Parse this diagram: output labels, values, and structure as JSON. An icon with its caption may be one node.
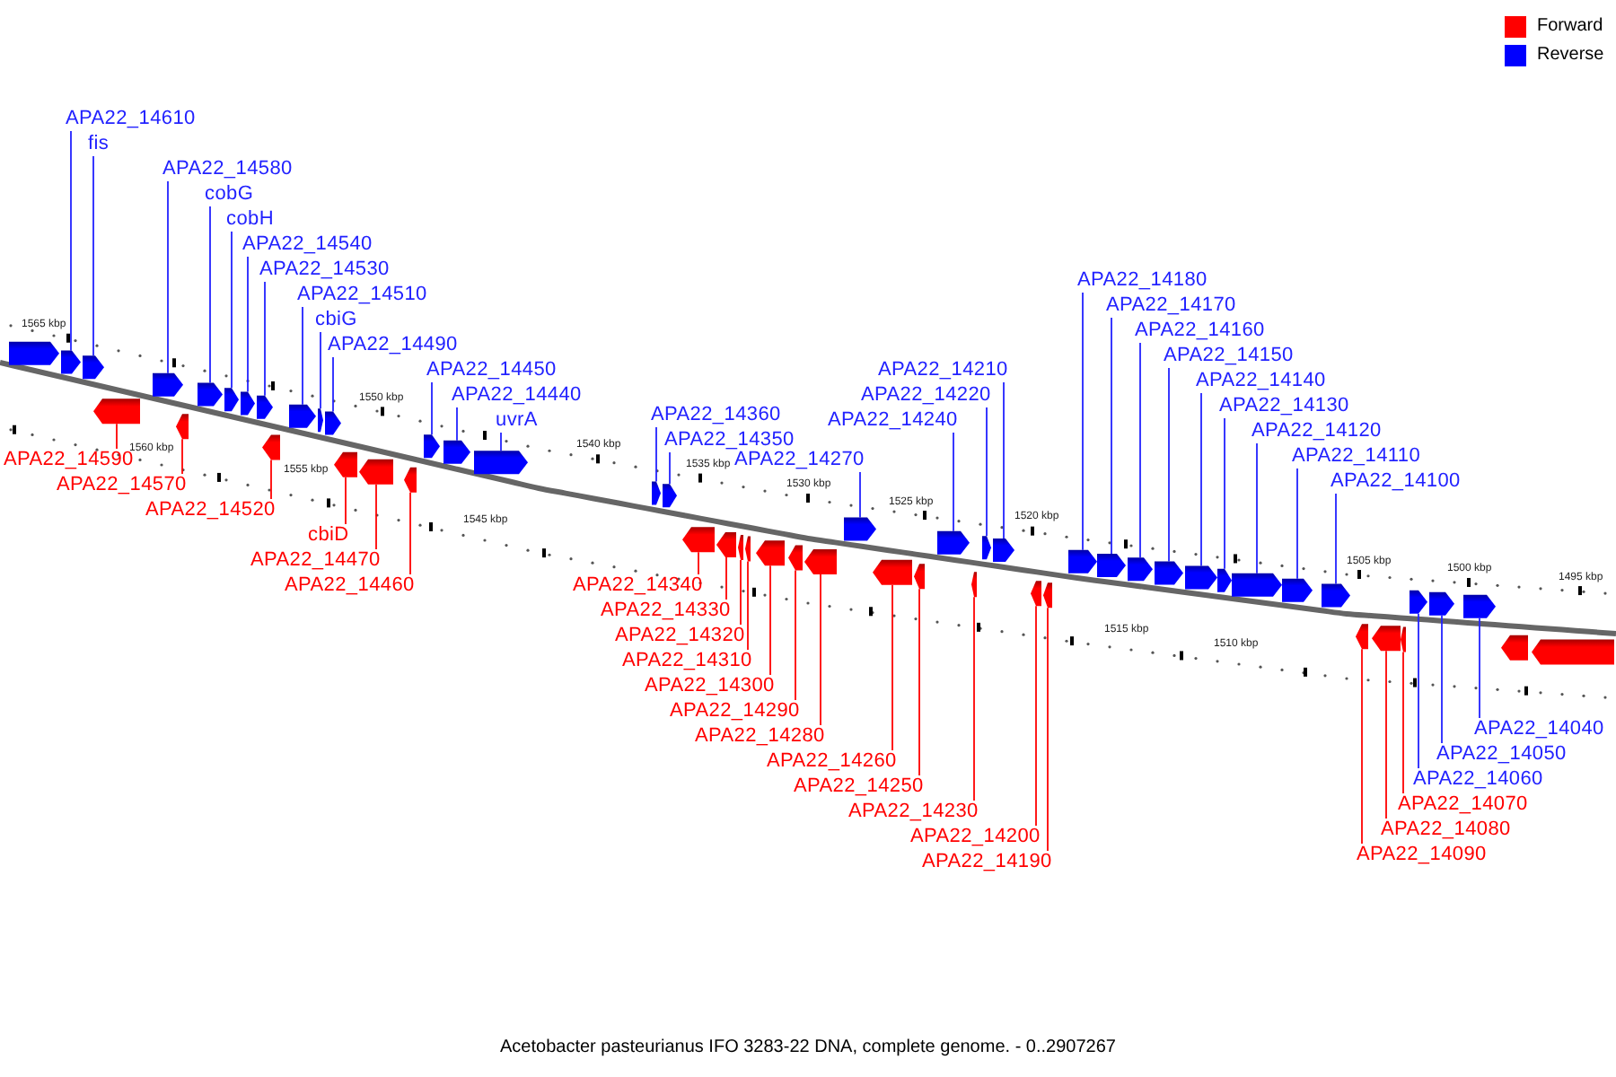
{
  "diagram": {
    "caption": "Acetobacter pasteurianus IFO 3283-22 DNA, complete genome. - 0..2907267",
    "nodes": [
      {
        "text": [
          "APA22_14610"
        ]
      },
      {
        "text": [
          "fis"
        ]
      },
      {
        "text": [
          "APA22_14580"
        ]
      },
      {
        "text": [
          "cobG"
        ]
      },
      {
        "text": [
          "cobH"
        ]
      },
      {
        "text": [
          "APA22_14540"
        ]
      },
      {
        "text": [
          "APA22_14530"
        ]
      },
      {
        "text": [
          "APA22_14510"
        ]
      },
      {
        "text": [
          "cbiG"
        ]
      },
      {
        "text": [
          "APA22_14490"
        ]
      },
      {
        "text": [
          "APA22_14450"
        ]
      },
      {
        "text": [
          "APA22_14440"
        ]
      },
      {
        "text": [
          "uvrA"
        ]
      },
      {
        "text": [
          "APA22_14360"
        ]
      },
      {
        "text": [
          "APA22_14350"
        ]
      },
      {
        "text": [
          "APA22_14270"
        ]
      },
      {
        "text": [
          "APA22_14210"
        ]
      },
      {
        "text": [
          "APA22_14220"
        ]
      },
      {
        "text": [
          "APA22_14240"
        ]
      },
      {
        "text": [
          "APA22_14180"
        ]
      },
      {
        "text": [
          "APA22_14170"
        ]
      },
      {
        "text": [
          "APA22_14160"
        ]
      },
      {
        "text": [
          "APA22_14150"
        ]
      },
      {
        "text": [
          "APA22_14140"
        ]
      },
      {
        "text": [
          "APA22_14130"
        ]
      },
      {
        "text": [
          "APA22_14120"
        ]
      },
      {
        "text": [
          "APA22_14110"
        ]
      },
      {
        "text": [
          "APA22_14100"
        ]
      },
      {
        "text": [
          "APA22_14040"
        ]
      },
      {
        "text": [
          "APA22_14050"
        ]
      },
      {
        "text": [
          "APA22_14060"
        ]
      },
      {
        "text": [
          "APA22_14590"
        ]
      },
      {
        "text": [
          "APA22_14570"
        ]
      },
      {
        "text": [
          "APA22_14520"
        ]
      },
      {
        "text": [
          "cbiD"
        ]
      },
      {
        "text": [
          "APA22_14470"
        ]
      },
      {
        "text": [
          "APA22_14460"
        ]
      },
      {
        "text": [
          "APA22_14340"
        ]
      },
      {
        "text": [
          "APA22_14330"
        ]
      },
      {
        "text": [
          "APA22_14320"
        ]
      },
      {
        "text": [
          "APA22_14310"
        ]
      },
      {
        "text": [
          "APA22_14300"
        ]
      },
      {
        "text": [
          "APA22_14290"
        ]
      },
      {
        "text": [
          "APA22_14280"
        ]
      },
      {
        "text": [
          "APA22_14260"
        ]
      },
      {
        "text": [
          "APA22_14250"
        ]
      },
      {
        "text": [
          "APA22_14230"
        ]
      },
      {
        "text": [
          "APA22_14200"
        ]
      },
      {
        "text": [
          "APA22_14190"
        ]
      },
      {
        "text": [
          "APA22_14090"
        ]
      },
      {
        "text": [
          "APA22_14080"
        ]
      },
      {
        "text": [
          "APA22_14070"
        ]
      },
      {
        "text": [],
        "shape": "bar"
      },
      {
        "text": [],
        "shape": "bar"
      },
      {
        "text": [],
        "shape": "bar"
      },
      {
        "text": [],
        "shape": "bar"
      },
      {
        "text": [],
        "shape": "bar"
      },
      {
        "text": [],
        "shape": "bar"
      },
      {
        "text": [],
        "shape": "bar"
      },
      {
        "text": [],
        "shape": "bar"
      },
      {
        "text": [],
        "shape": "bar"
      },
      {
        "text": [],
        "shape": "bar"
      },
      {
        "text": [],
        "shape": "bar"
      },
      {
        "text": [],
        "shape": "bar"
      },
      {
        "text": [],
        "shape": "bar"
      },
      {
        "text": [],
        "shape": "bar"
      },
      {
        "text": [],
        "shape": "bar"
      },
      {
        "text": [],
        "shape": "bar"
      },
      {
        "text": [],
        "shape": "bar"
      },
      {
        "text": [],
        "shape": "bar"
      },
      {
        "text": [],
        "shape": "bar"
      },
      {
        "text": [],
        "shape": "bar"
      },
      {
        "text": [],
        "shape": "bar"
      },
      {
        "text": [],
        "shape": "bar"
      },
      {
        "text": [],
        "shape": "bar"
      },
      {
        "text": [],
        "shape": "bar"
      },
      {
        "text": [],
        "shape": "bar"
      },
      {
        "text": [],
        "shape": "bar"
      },
      {
        "text": [],
        "shape": "bar"
      },
      {
        "text": [],
        "shape": "bar"
      },
      {
        "text": [],
        "shape": "bar"
      },
      {
        "text": [],
        "shape": "bar"
      },
      {
        "text": [],
        "shape": "bar"
      },
      {
        "text": [],
        "shape": "bar"
      },
      {
        "text": [],
        "shape": "bar"
      },
      {
        "text": [],
        "shape": "bar"
      },
      {
        "text": [],
        "shape": "bar"
      },
      {
        "text": [],
        "shape": "bar"
      },
      {
        "text": [],
        "shape": "bar"
      },
      {
        "text": [],
        "shape": "bar"
      },
      {
        "text": [],
        "shape": "bar"
      },
      {
        "text": [],
        "shape": "bar"
      },
      {
        "text": [],
        "shape": "bar"
      },
      {
        "text": [],
        "shape": "bar"
      },
      {
        "text": [],
        "shape": "bar"
      },
      {
        "text": [],
        "shape": "bar"
      },
      {
        "text": [],
        "shape": "bar"
      },
      {
        "text": [],
        "shape": "bar"
      },
      {
        "text": [],
        "shape": "bar"
      },
      {
        "text": [],
        "shape": "bar"
      },
      {
        "text": [],
        "shape": "bar"
      },
      {
        "text": [],
        "shape": "bar"
      },
      {
        "text": [],
        "shape": "bar"
      },
      {
        "text": [],
        "shape": "bar"
      },
      {
        "text": [],
        "shape": "bar"
      },
      {
        "text": [],
        "shape": "bar"
      },
      {
        "text": [],
        "shape": "bar"
      }
    ],
    "edges": [
      {
        "from": 0,
        "to": 53,
        "arrow": "none"
      },
      {
        "from": 1,
        "to": 54,
        "arrow": "none"
      },
      {
        "from": 2,
        "to": 56,
        "arrow": "none"
      },
      {
        "from": 3,
        "to": 58,
        "arrow": "none"
      },
      {
        "from": 4,
        "to": 59,
        "arrow": "none"
      },
      {
        "from": 5,
        "to": 60,
        "arrow": "none"
      },
      {
        "from": 6,
        "to": 61,
        "arrow": "none"
      },
      {
        "from": 7,
        "to": 63,
        "arrow": "none"
      },
      {
        "from": 8,
        "to": 64,
        "arrow": "none"
      },
      {
        "from": 9,
        "to": 65,
        "arrow": "none"
      },
      {
        "from": 10,
        "to": 69,
        "arrow": "none"
      },
      {
        "from": 11,
        "to": 70,
        "arrow": "none"
      },
      {
        "from": 12,
        "to": 71,
        "arrow": "none"
      },
      {
        "from": 13,
        "to": 72,
        "arrow": "none"
      },
      {
        "from": 14,
        "to": 73,
        "arrow": "none"
      },
      {
        "from": 15,
        "to": 81,
        "arrow": "none"
      },
      {
        "from": 16,
        "to": 87,
        "arrow": "none"
      },
      {
        "from": 17,
        "to": 86,
        "arrow": "none"
      },
      {
        "from": 18,
        "to": 84,
        "arrow": "none"
      },
      {
        "from": 19,
        "to": 90,
        "arrow": "none"
      },
      {
        "from": 20,
        "to": 91,
        "arrow": "none"
      },
      {
        "from": 21,
        "to": 92,
        "arrow": "none"
      },
      {
        "from": 22,
        "to": 93,
        "arrow": "none"
      },
      {
        "from": 23,
        "to": 94,
        "arrow": "none"
      },
      {
        "from": 24,
        "to": 95,
        "arrow": "none"
      },
      {
        "from": 25,
        "to": 96,
        "arrow": "none"
      },
      {
        "from": 26,
        "to": 97,
        "arrow": "none"
      },
      {
        "from": 27,
        "to": 98,
        "arrow": "none"
      },
      {
        "from": 28,
        "to": 104,
        "arrow": "none"
      },
      {
        "from": 29,
        "to": 103,
        "arrow": "none"
      },
      {
        "from": 30,
        "to": 102,
        "arrow": "none"
      },
      {
        "from": 31,
        "to": 55,
        "arrow": "none",
        "color": "#ff0000"
      },
      {
        "from": 32,
        "to": 57,
        "arrow": "none",
        "color": "#ff0000"
      },
      {
        "from": 33,
        "to": 62,
        "arrow": "none",
        "color": "#ff0000"
      },
      {
        "from": 34,
        "to": 66,
        "arrow": "none",
        "color": "#ff0000"
      },
      {
        "from": 35,
        "to": 67,
        "arrow": "none",
        "color": "#ff0000"
      },
      {
        "from": 36,
        "to": 68,
        "arrow": "none",
        "color": "#ff0000"
      },
      {
        "from": 37,
        "to": 74,
        "arrow": "none",
        "color": "#ff0000"
      },
      {
        "from": 38,
        "to": 75,
        "arrow": "none",
        "color": "#ff0000"
      },
      {
        "from": 39,
        "to": 76,
        "arrow": "none",
        "color": "#ff0000"
      },
      {
        "from": 40,
        "to": 77,
        "arrow": "none",
        "color": "#ff0000"
      },
      {
        "from": 41,
        "to": 78,
        "arrow": "none",
        "color": "#ff0000"
      },
      {
        "from": 42,
        "to": 79,
        "arrow": "none",
        "color": "#ff0000"
      },
      {
        "from": 43,
        "to": 80,
        "arrow": "none",
        "color": "#ff0000"
      },
      {
        "from": 44,
        "to": 82,
        "arrow": "none",
        "color": "#ff0000"
      },
      {
        "from": 45,
        "to": 83,
        "arrow": "none",
        "color": "#ff0000"
      },
      {
        "from": 46,
        "to": 85,
        "arrow": "none",
        "color": "#ff0000"
      },
      {
        "from": 47,
        "to": 88,
        "arrow": "none",
        "color": "#ff0000"
      },
      {
        "from": 48,
        "to": 89,
        "arrow": "none",
        "color": "#ff0000"
      },
      {
        "from": 49,
        "to": 99,
        "arrow": "none",
        "color": "#ff0000"
      },
      {
        "from": 50,
        "to": 100,
        "arrow": "none",
        "color": "#ff0000"
      },
      {
        "from": 51,
        "to": 101,
        "arrow": "none",
        "color": "#ff0000"
      }
    ],
    "labels": [
      "1565 kbp",
      "1560 kbp",
      "1555 kbp",
      "1550 kbp",
      "1545 kbp",
      "1540 kbp",
      "1535 kbp",
      "1530 kbp",
      "1525 kbp",
      "1520 kbp",
      "1515 kbp",
      "1510 kbp",
      "1505 kbp",
      "1500 kbp",
      "1495 kbp"
    ],
    "legend": [
      {
        "text": "Forward",
        "color": "#ff0000"
      },
      {
        "text": "Reverse",
        "color": "#0000ff"
      }
    ]
  }
}
